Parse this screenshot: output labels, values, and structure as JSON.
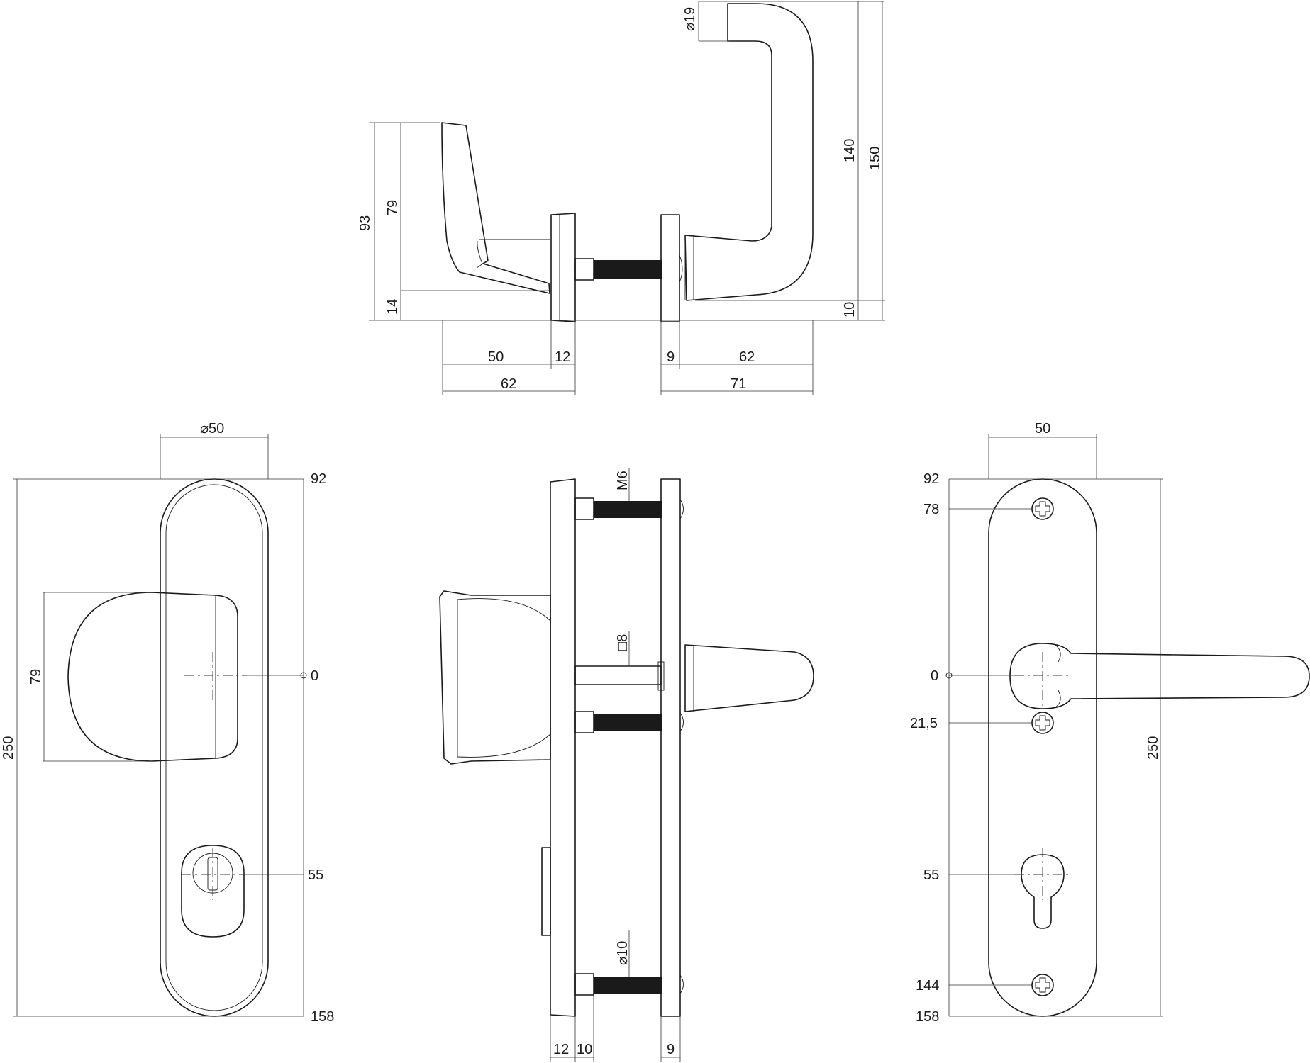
{
  "side_view": {
    "dim_dia19": "19",
    "dim_93": "93",
    "dim_79": "79",
    "dim_14": "14",
    "dim_140": "140",
    "dim_150": "150",
    "dim_10": "10",
    "dim_50": "50",
    "dim_12": "12",
    "dim_62_left": "62",
    "dim_9": "9",
    "dim_62_right": "62",
    "dim_71": "71"
  },
  "knob_plate": {
    "dim_dia50": "50",
    "dim_92": "92",
    "dim_0": "0",
    "dim_79": "79",
    "dim_250": "250",
    "dim_55": "55",
    "dim_158": "158"
  },
  "section_view": {
    "dim_m6": "M6",
    "dim_sq8": "8",
    "dim_dia10": "10",
    "dim_12": "12",
    "dim_10": "10",
    "dim_9": "9"
  },
  "lever_plate": {
    "dim_50": "50",
    "dim_92": "92",
    "dim_78": "78",
    "dim_0": "0",
    "dim_21_5": "21,5",
    "dim_250": "250",
    "dim_55": "55",
    "dim_144": "144",
    "dim_158": "158"
  },
  "symbols": {
    "diameter": "⌀",
    "square": "□"
  }
}
